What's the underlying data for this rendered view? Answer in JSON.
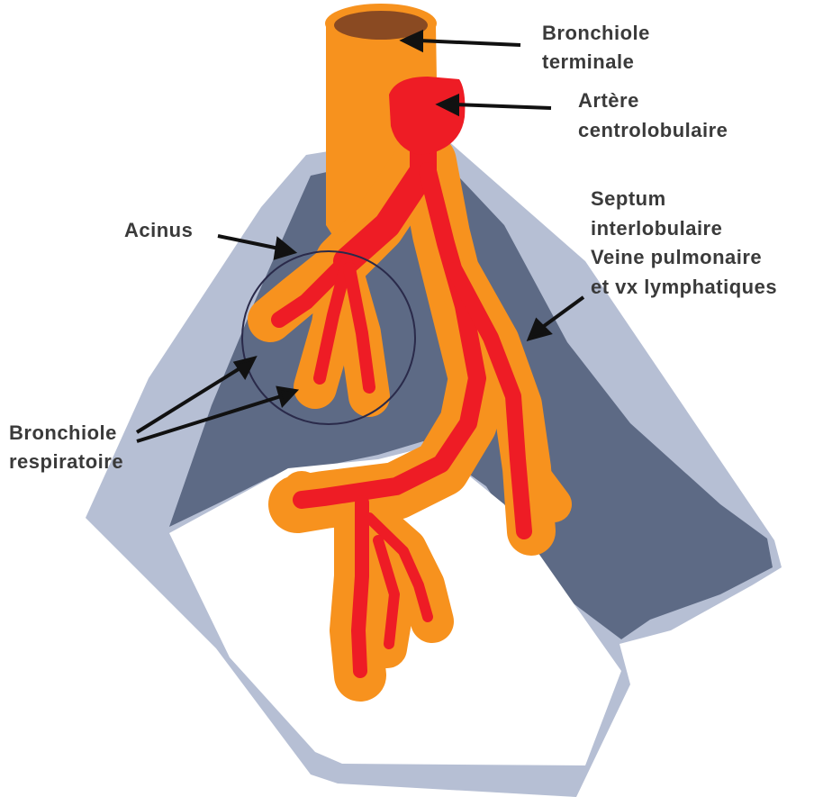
{
  "labels": {
    "bronchiole_terminale": [
      "Bronchiole",
      "terminale"
    ],
    "artere": [
      "Artère",
      "centrolobulaire"
    ],
    "septum": [
      "Septum",
      "interlobulaire",
      "Veine pulmonaire",
      "et vx lymphatiques"
    ],
    "acinus": "Acinus",
    "bronchiole_respiratoire": [
      "Bronchiole",
      "respiratoire"
    ]
  },
  "colors": {
    "airway_orange": "#F7921E",
    "artery_red": "#EE1C25",
    "septum_dark": "#5D6A85",
    "septum_light": "#B6BFD4",
    "lumen_brown": "#8A4A22",
    "text": "#3a3a3a"
  }
}
